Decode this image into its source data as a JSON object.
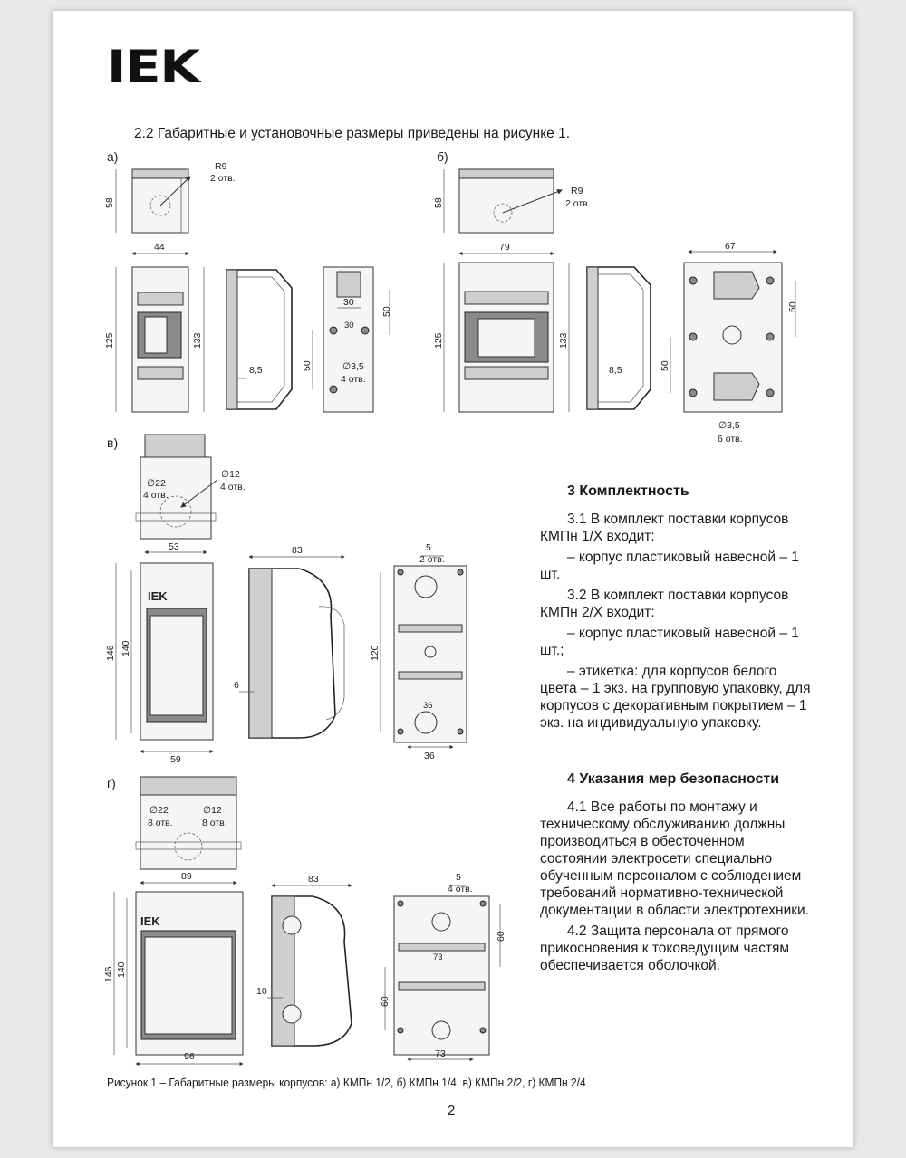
{
  "logo": "IEK",
  "intro": "2.2  Габаритные и установочные размеры приведены на рисунке 1.",
  "figures": {
    "a": {
      "tag": "а)",
      "top_height": "58",
      "hole_radius": "R9",
      "hole_count": "2 отв.",
      "width": "44",
      "height_outer": "133",
      "height_inner": "125",
      "depth_step": "8,5",
      "rear_w": "30",
      "rear_h1": "50",
      "rear_h2": "50",
      "mount_hole": "∅3,5",
      "mount_count": "4 отв.",
      "rear_small": "30"
    },
    "b": {
      "tag": "б)",
      "top_height": "58",
      "hole_radius": "R9",
      "hole_count": "2 отв.",
      "width": "79",
      "height_outer": "133",
      "height_inner": "125",
      "depth_step": "8,5",
      "rear_w": "67",
      "rear_h1": "50",
      "rear_h2": "50",
      "mount_hole": "∅3,5",
      "mount_count": "6 отв."
    },
    "v": {
      "tag": "в)",
      "hole1": "∅22",
      "hole1_count": "4 отв.",
      "hole2": "∅12",
      "hole2_count": "4 отв.",
      "width_top": "53",
      "width_bottom": "59",
      "height_outer": "146",
      "height_inner": "140",
      "depth": "83",
      "side_step": "6",
      "rear_top": "5",
      "rear_top_count": "2 отв.",
      "rear_h": "120",
      "rear_w": "36",
      "rear_small": "36"
    },
    "g": {
      "tag": "г)",
      "hole1": "∅22",
      "hole1_count": "8 отв.",
      "hole2": "∅12",
      "hole2_count": "8 отв.",
      "width_top": "89",
      "width_bottom": "96",
      "height_outer": "146",
      "height_inner": "140",
      "depth": "83",
      "side_step": "10",
      "rear_top": "5",
      "rear_top_count": "4 отв.",
      "rear_h1": "60",
      "rear_h2": "60",
      "rear_w": "73",
      "rear_small": "73"
    },
    "mini_logo": "IEK"
  },
  "section3": {
    "heading": "3  Комплектность",
    "p1": "3.1  В комплект поставки корпусов КМПн 1/Х входит:",
    "p2": "–  корпус пластиковый навесной – 1 шт.",
    "p3": "3.2  В комплект поставки корпусов КМПн 2/Х входит:",
    "p4": "–  корпус пластиковый навесной – 1 шт.;",
    "p5": "–  этикетка: для корпусов белого цвета – 1 экз. на групповую упаковку, для корпусов с декоративным покрытием – 1 экз. на индивидуальную упаковку."
  },
  "section4": {
    "heading": "4  Указания мер безопасности",
    "p1": "4.1  Все работы по монтажу и техническому обслуживанию должны производиться в обесточенном состоянии электросети специально обученным персоналом с соблюдением требований нормативно-технической документации в области электротехники.",
    "p2": "4.2  Защита персонала от прямого прикосновения к токоведущим частям обеспечивается оболочкой."
  },
  "caption": "Рисунок 1 – Габаритные размеры корпусов: а) КМПн 1/2, б) КМПн 1/4, в) КМПн 2/2, г) КМПн 2/4",
  "page_number": "2"
}
